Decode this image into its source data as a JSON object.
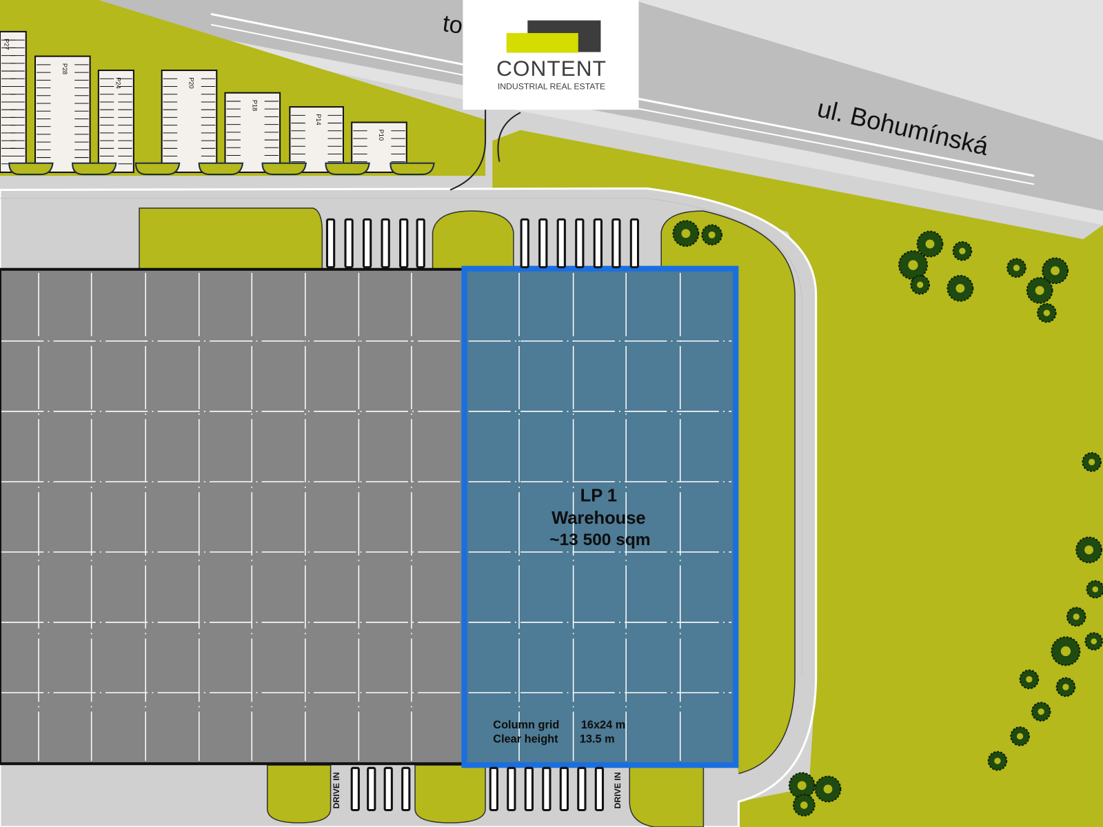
{
  "logo": {
    "brand": "CONTENT",
    "tagline": "INDUSTRIAL REAL ESTATE",
    "colors": {
      "accent": "#d4dc00",
      "dark": "#3d3d3d"
    }
  },
  "roads": {
    "to_label": "to",
    "street_label": "ul. Bohumínská"
  },
  "parking": {
    "lots": [
      "P27",
      "P28",
      "P24",
      "P20",
      "P18",
      "P14",
      "P10"
    ]
  },
  "unit": {
    "name": "LP 1",
    "type": "Warehouse",
    "area": "~13 500 sqm",
    "specs": [
      {
        "label": "Column grid",
        "value": "16x24 m"
      },
      {
        "label": "Clear height",
        "value": "13.5 m"
      }
    ],
    "highlight_color": "#1a6fe0"
  },
  "docks": {
    "drive_in_labels": [
      "DRIVE IN",
      "DRIVE IN"
    ]
  },
  "colors": {
    "grass": "#b5b91b",
    "road": "#cfcfcf",
    "building": "#858585",
    "unit_fill": "#4e7b95",
    "tree": "#1f4a10"
  }
}
